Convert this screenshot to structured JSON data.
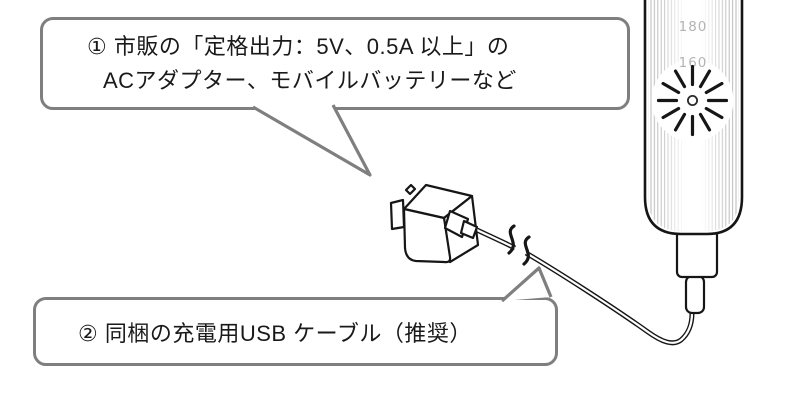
{
  "callouts": {
    "adapter": {
      "line1": "① 市販の「定格出力：5V、0.5A 以上」の",
      "line2": "ACアダプター、モバイルバッテリーなど"
    },
    "cable": {
      "text": "② 同梱の充電用USB ケーブル（推奨）"
    }
  },
  "device": {
    "temp_mark_1": "180",
    "temp_mark_2": "160"
  },
  "icons": {
    "charging_indicator": "blinking-starburst-icon"
  },
  "colors": {
    "line_art": "#161616",
    "bubble_border": "#7f7f7f",
    "temp_label": "#b4b4b4",
    "device_stripe": "#a3a3a3",
    "background": "#ffffff"
  }
}
